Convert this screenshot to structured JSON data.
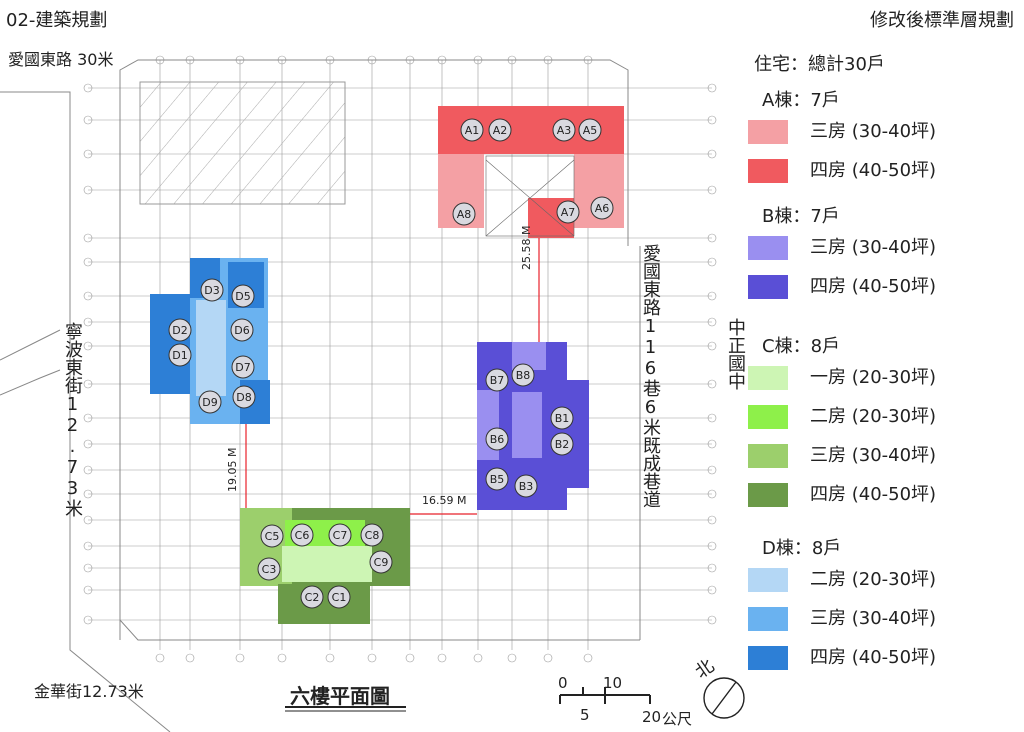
{
  "header": {
    "left_title": "02-建築規劃",
    "right_title": "修改後標準層規劃"
  },
  "roads": {
    "top": "愛國東路 30米",
    "left": "寧波東街12.73米",
    "bottom": "金華街12.73米",
    "right": "愛國東路116巷6米既成巷道",
    "school": "中正國中"
  },
  "plan_title": "六樓平面圖",
  "scale_bar": {
    "labels": [
      "0",
      "10",
      "5",
      "20"
    ],
    "unit": "公尺"
  },
  "north": "北",
  "distances": [
    "25.58 M",
    "19.05 M",
    "16.59 M"
  ],
  "colors": {
    "a_three": "#f4a0a4",
    "a_four": "#f05a5f",
    "b_three": "#9a8ff0",
    "b_four": "#5a4fd6",
    "c_one": "#cdf5b4",
    "c_two": "#8ef04a",
    "c_three": "#9ccf6c",
    "c_four": "#6b9a48",
    "d_two": "#b4d7f5",
    "d_three": "#6ab2f0",
    "d_four": "#2d7fd6",
    "distance_line": "#e8222a"
  },
  "legend": {
    "total": "住宅：總計30戶",
    "groups": [
      {
        "title": "A棟：7戶",
        "items": [
          {
            "label": "三房 (30-40坪)",
            "color": "#f4a0a4"
          },
          {
            "label": "四房 (40-50坪)",
            "color": "#f05a5f"
          }
        ]
      },
      {
        "title": "B棟：7戶",
        "items": [
          {
            "label": "三房 (30-40坪)",
            "color": "#9a8ff0"
          },
          {
            "label": "四房 (40-50坪)",
            "color": "#5a4fd6"
          }
        ]
      },
      {
        "title": "C棟：8戶",
        "items": [
          {
            "label": "一房 (20-30坪)",
            "color": "#cdf5b4"
          },
          {
            "label": "二房 (20-30坪)",
            "color": "#8ef04a"
          },
          {
            "label": "三房 (30-40坪)",
            "color": "#9ccf6c"
          },
          {
            "label": "四房 (40-50坪)",
            "color": "#6b9a48"
          }
        ]
      },
      {
        "title": "D棟：8戶",
        "items": [
          {
            "label": "二房 (20-30坪)",
            "color": "#b4d7f5"
          },
          {
            "label": "三房 (30-40坪)",
            "color": "#6ab2f0"
          },
          {
            "label": "四房 (40-50坪)",
            "color": "#2d7fd6"
          }
        ]
      }
    ]
  },
  "units": {
    "A": [
      "A1",
      "A2",
      "A3",
      "A5",
      "A6",
      "A7",
      "A8"
    ],
    "B": [
      "B1",
      "B2",
      "B3",
      "B5",
      "B6",
      "B7",
      "B8"
    ],
    "C": [
      "C1",
      "C2",
      "C3",
      "C5",
      "C6",
      "C7",
      "C8",
      "C9"
    ],
    "D": [
      "D1",
      "D2",
      "D3",
      "D5",
      "D6",
      "D7",
      "D8",
      "D9"
    ]
  }
}
